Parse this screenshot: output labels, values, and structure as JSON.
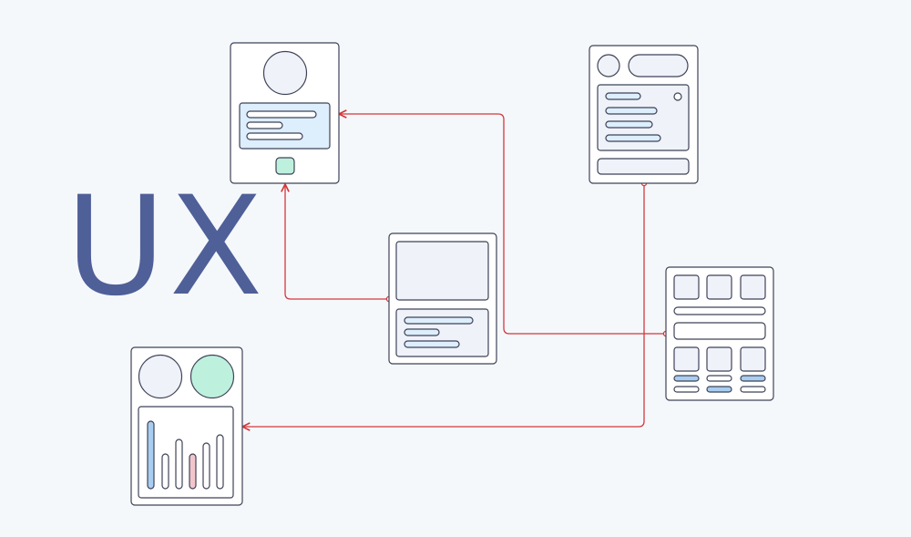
{
  "title": "UX",
  "colors": {
    "background": "#f5f8fb",
    "title": "#4f5f98",
    "outline": "#3f4358",
    "card_fill": "#ffffff",
    "block_fill": "#eff2f8",
    "accent_blue": "#a8cdf0",
    "accent_blue_light": "#ddeefc",
    "accent_green": "#bdf1dd",
    "accent_pink": "#f3c6cc",
    "connector": "#d3373d"
  },
  "wireframes": [
    {
      "id": "profile-card",
      "icons": [
        "avatar-circle-icon",
        "text-lines-icon",
        "green-button-icon"
      ]
    },
    {
      "id": "message-card",
      "icons": [
        "avatar-circle-icon",
        "pill-tag-icon",
        "text-lines-icon",
        "input-bar-icon"
      ]
    },
    {
      "id": "article-card",
      "icons": [
        "image-placeholder-icon",
        "text-lines-icon"
      ]
    },
    {
      "id": "grid-card",
      "icons": [
        "thumbnail-icon",
        "input-bar-icon",
        "toggle-lines-icon"
      ]
    },
    {
      "id": "dashboard-card",
      "icons": [
        "avatar-circle-icon",
        "bar-chart-icon"
      ]
    }
  ],
  "connections": [
    {
      "from": "article-card",
      "to": "profile-card"
    },
    {
      "from": "grid-card",
      "to": "profile-card"
    },
    {
      "from": "message-card",
      "to": "dashboard-card"
    }
  ]
}
